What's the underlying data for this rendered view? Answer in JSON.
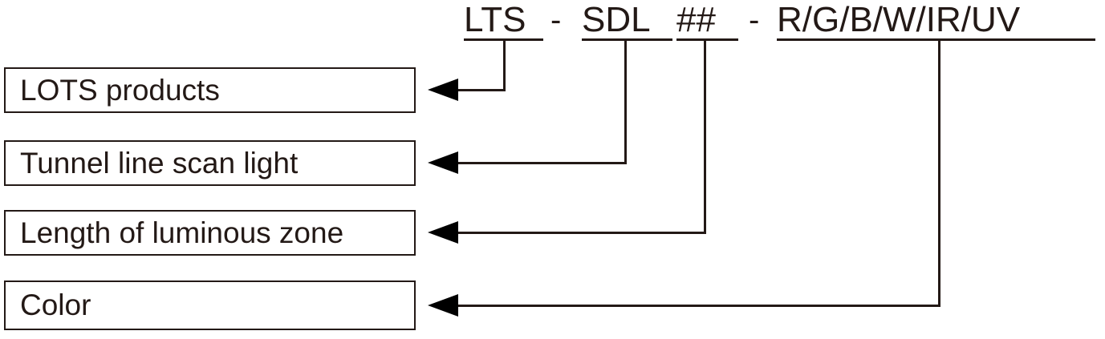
{
  "diagram": {
    "title_code": "LTS - SDL ## - R/G/B/W/IR/UV",
    "ink_color": "#231916",
    "background_color": "#ffffff",
    "code_segments": [
      {
        "key": "prefix",
        "text": "LTS",
        "underlined": true
      },
      {
        "key": "dash1",
        "text": "-",
        "underlined": false
      },
      {
        "key": "series",
        "text": "SDL",
        "underlined": true
      },
      {
        "key": "length",
        "text": "##",
        "underlined": true
      },
      {
        "key": "dash2",
        "text": "-",
        "underlined": false
      },
      {
        "key": "color",
        "text": "R/G/B/W/IR/UV",
        "underlined": true
      }
    ],
    "callouts": [
      {
        "key": "prefix",
        "label": "LOTS products",
        "refers_to": "LTS"
      },
      {
        "key": "series",
        "label": "Tunnel line scan light",
        "refers_to": "SDL"
      },
      {
        "key": "length",
        "label": "Length of luminous zone",
        "refers_to": "##"
      },
      {
        "key": "color",
        "label": "Color",
        "refers_to": "R/G/B/W/IR/UV"
      }
    ]
  }
}
